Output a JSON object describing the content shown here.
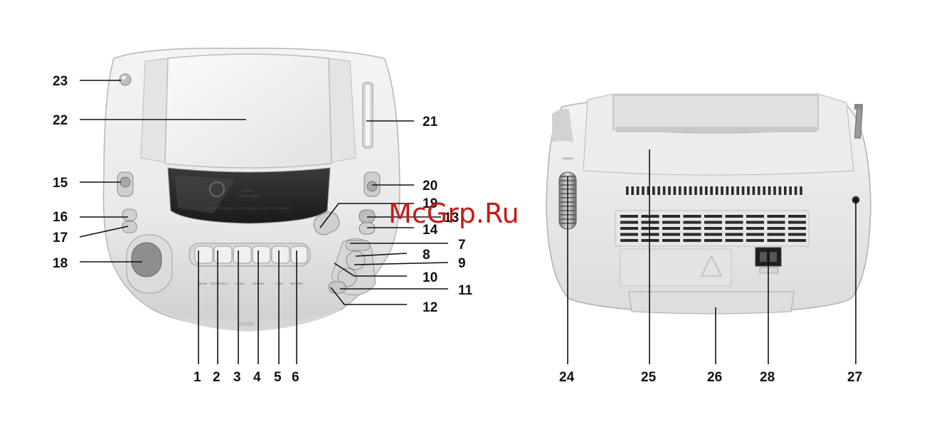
{
  "watermark": "McGrp.Ru",
  "front": {
    "cd_text_1": "COMPACT",
    "cd_text_2": "DIGITAL AUDIO",
    "cd_text_3": "AM/FM STEREO RADIO / CD PLAYER / CASSETTE RECORDER",
    "key_labels": [
      "PAUSE",
      "STOP/EJECT",
      "F.FWD",
      "REWIND",
      "PLAY",
      "RECORD"
    ]
  },
  "rear": {
    "knob_label": "TUNING"
  },
  "labels": {
    "n1": "1",
    "n2": "2",
    "n3": "3",
    "n4": "4",
    "n5": "5",
    "n6": "6",
    "n7": "7",
    "n8": "8",
    "n9": "9",
    "n10": "10",
    "n11": "11",
    "n12": "12",
    "n13": "13",
    "n14": "14",
    "n15": "15",
    "n16": "16",
    "n17": "17",
    "n18": "18",
    "n19": "19",
    "n20": "20",
    "n21": "21",
    "n22": "22",
    "n23": "23",
    "n24": "24",
    "n25": "25",
    "n26": "26",
    "n27": "27",
    "n28": "28"
  }
}
